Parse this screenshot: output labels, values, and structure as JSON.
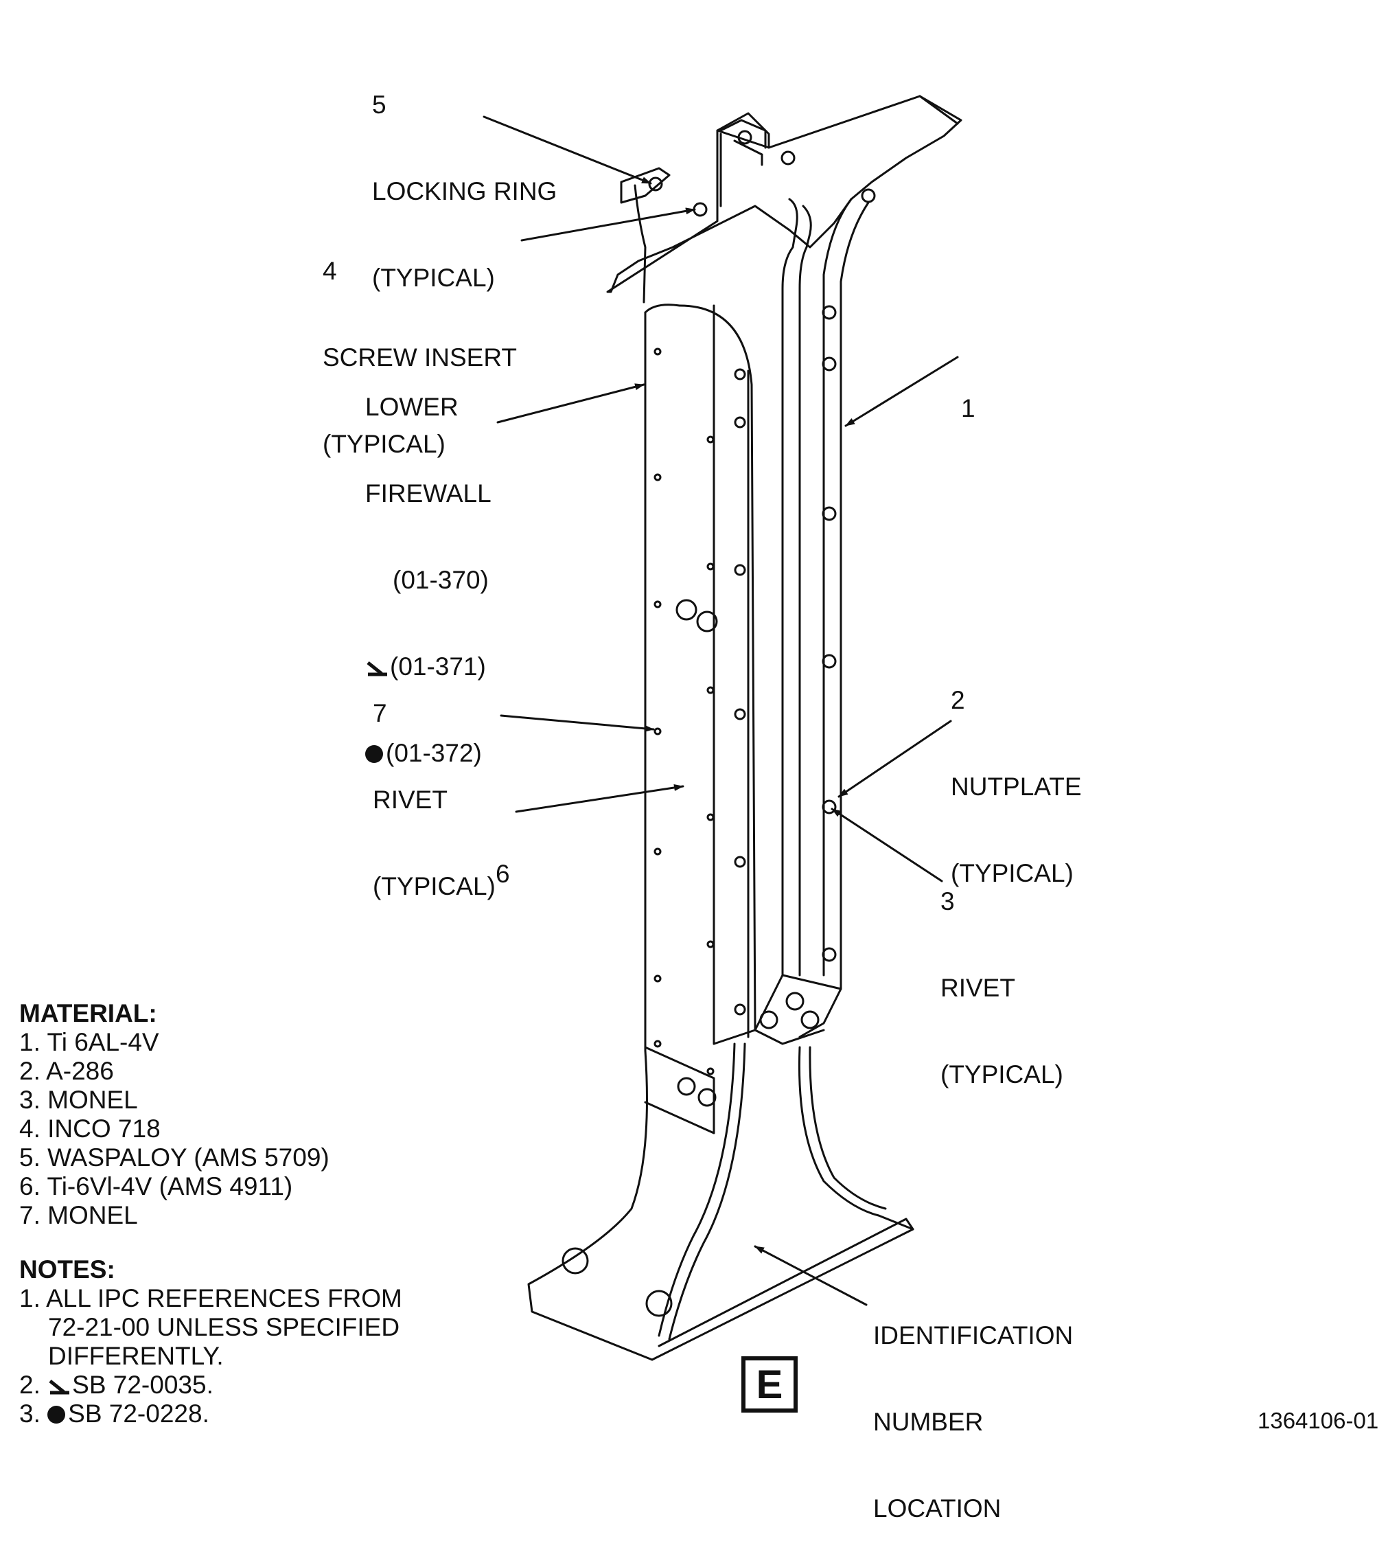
{
  "callouts": {
    "locking_ring": {
      "num": "5",
      "line1": "LOCKING RING",
      "line2": "(TYPICAL)"
    },
    "screw_insert": {
      "num": "4",
      "line1": "SCREW INSERT",
      "line2": "(TYPICAL)"
    },
    "lower_firewall": {
      "line1": "LOWER",
      "line2": "FIREWALL",
      "ref1": "(01-370)",
      "ref2": "(01-371)",
      "ref3": "(01-372)"
    },
    "item1": {
      "num": "1"
    },
    "nutplate": {
      "num": "2",
      "line1": "NUTPLATE",
      "line2": "(TYPICAL)"
    },
    "rivet7": {
      "num": "7",
      "line1": "RIVET",
      "line2": "(TYPICAL)"
    },
    "item6": {
      "num": "6"
    },
    "rivet3": {
      "num": "3",
      "line1": "RIVET",
      "line2": "(TYPICAL)"
    },
    "identification": {
      "line1": "IDENTIFICATION",
      "line2": "NUMBER",
      "line3": "LOCATION"
    }
  },
  "material": {
    "heading": "MATERIAL:",
    "items": [
      "1. Ti 6AL-4V",
      "2. A-286",
      "3. MONEL",
      "4. INCO 718",
      "5. WASPALOY (AMS 5709)",
      "6. Ti-6Vl-4V (AMS 4911)",
      "7. MONEL"
    ]
  },
  "notes": {
    "heading": "NOTES:",
    "note1_line1": "1. ALL IPC REFERENCES FROM",
    "note1_line2": "72-21-00 UNLESS SPECIFIED",
    "note1_line3": "DIFFERENTLY.",
    "note2_prefix": "2.",
    "note2_text": "SB 72-0035.",
    "note3_prefix": "3.",
    "note3_text": "SB 72-0228."
  },
  "view_label": "E",
  "figure_number": "1364106-01"
}
